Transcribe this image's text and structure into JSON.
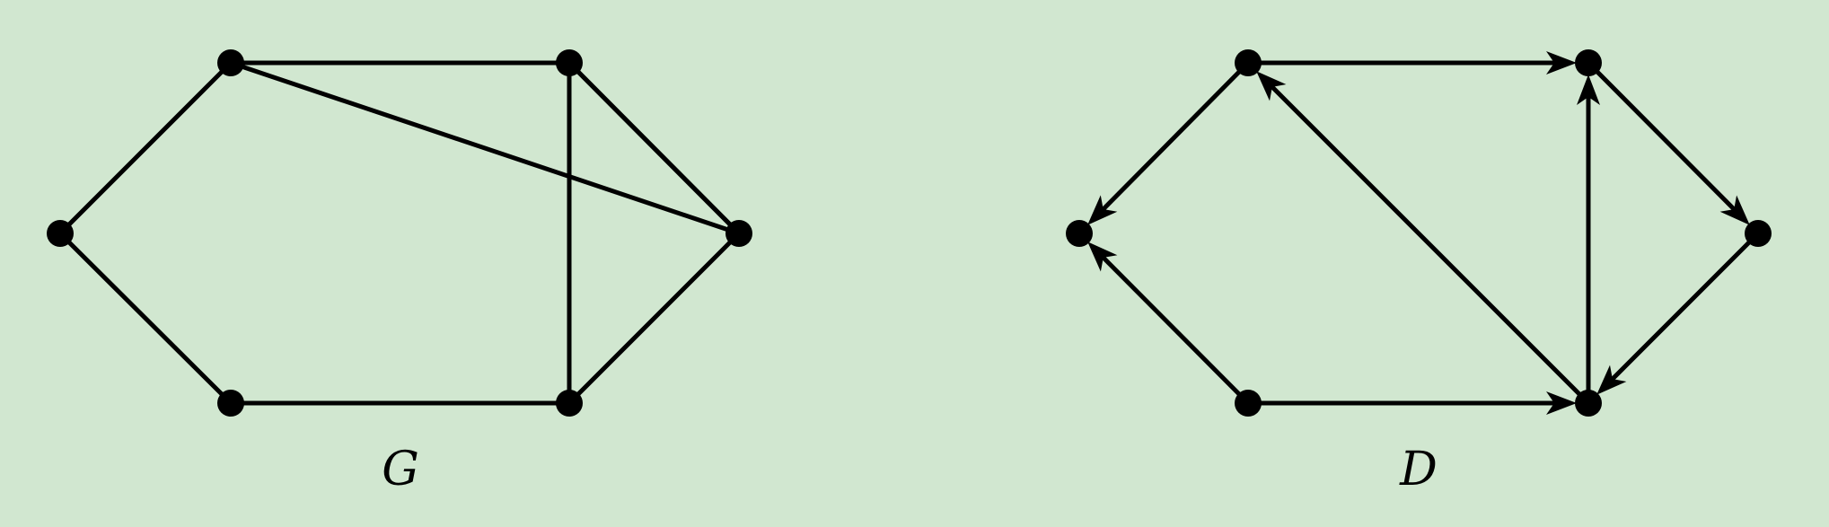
{
  "graphs": [
    {
      "label": "G",
      "directed": false,
      "vertices": [
        {
          "id": "v1"
        },
        {
          "id": "v2"
        },
        {
          "id": "v3"
        },
        {
          "id": "v4"
        },
        {
          "id": "v5"
        },
        {
          "id": "v6"
        }
      ],
      "edges": [
        {
          "from": "v1",
          "to": "v2"
        },
        {
          "from": "v1",
          "to": "v3"
        },
        {
          "from": "v2",
          "to": "v4"
        },
        {
          "from": "v3",
          "to": "v5"
        },
        {
          "from": "v4",
          "to": "v5"
        },
        {
          "from": "v4",
          "to": "v6"
        },
        {
          "from": "v2",
          "to": "v6"
        },
        {
          "from": "v5",
          "to": "v6"
        },
        {
          "from": "v6",
          "to": "v4"
        }
      ]
    },
    {
      "label": "D",
      "directed": true,
      "vertices": [
        {
          "id": "u1"
        },
        {
          "id": "u2"
        },
        {
          "id": "u3"
        },
        {
          "id": "u4"
        },
        {
          "id": "u5"
        },
        {
          "id": "u6"
        }
      ],
      "edges": [
        {
          "from": "u2",
          "to": "u1"
        },
        {
          "from": "u3",
          "to": "u1"
        },
        {
          "from": "u2",
          "to": "u4"
        },
        {
          "from": "u3",
          "to": "u5"
        },
        {
          "from": "u5",
          "to": "u4"
        },
        {
          "from": "u4",
          "to": "u6"
        },
        {
          "from": "u6",
          "to": "u5"
        },
        {
          "from": "u5",
          "to": "u2"
        }
      ]
    }
  ]
}
